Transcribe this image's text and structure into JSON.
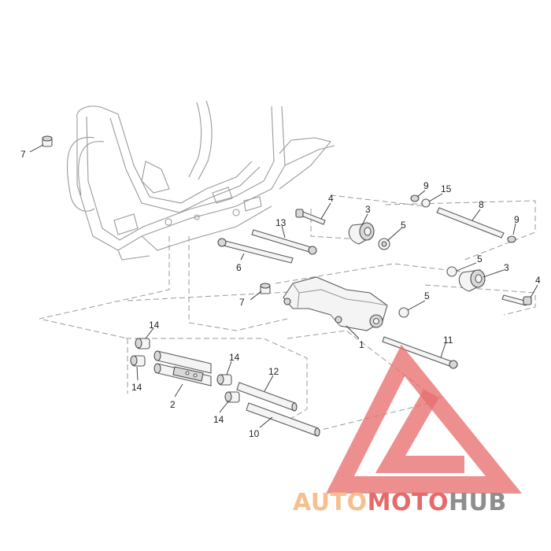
{
  "callouts": {
    "c1": "1",
    "c2": "2",
    "c3a": "3",
    "c3b": "3",
    "c4a": "4",
    "c4b": "4",
    "c5a": "5",
    "c5b": "5",
    "c5c": "5",
    "c6": "6",
    "c7a": "7",
    "c7b": "7",
    "c8": "8",
    "c9a": "9",
    "c9b": "9",
    "c10": "10",
    "c11": "11",
    "c12": "12",
    "c13": "13",
    "c14a": "14",
    "c14b": "14",
    "c14c": "14",
    "c14d": "14",
    "c15": "15"
  },
  "watermark": {
    "part1": "AUTO",
    "part2": "MOTO",
    "part3": "HUB",
    "colors": {
      "auto": "#f6c08e",
      "moto": "#e56b6b",
      "hub": "#8e8e8e"
    }
  }
}
